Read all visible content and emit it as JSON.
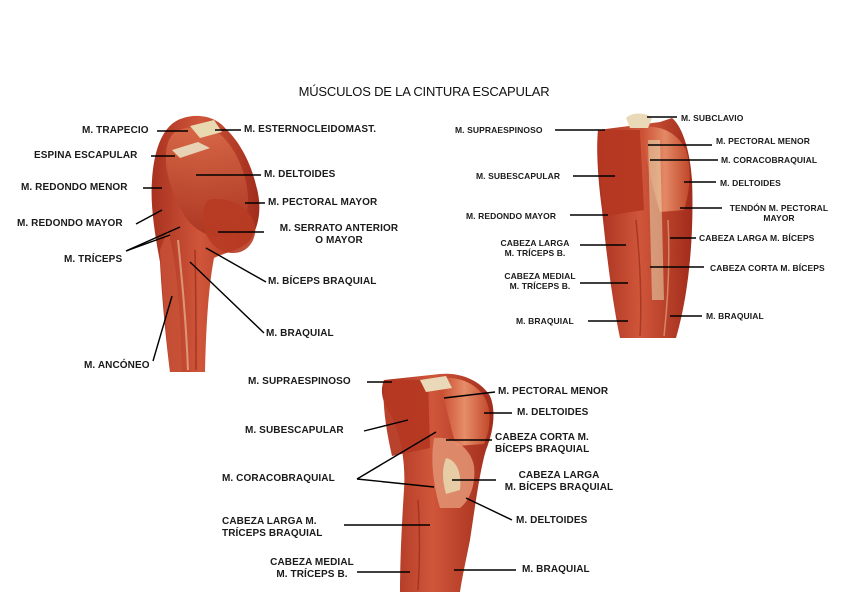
{
  "title": "MÚSCULOS DE LA CINTURA ESCAPULAR",
  "colors": {
    "muscle_dark": "#9e2a18",
    "muscle_mid": "#c9482c",
    "muscle_light": "#e07a58",
    "tendon": "#e8d9b0",
    "bone": "#ead9b8",
    "leader": "#000000"
  },
  "panels": [
    {
      "id": "posterior",
      "labels": [
        {
          "text": "M. TRAPECIO"
        },
        {
          "text": "ESPINA ESCAPULAR"
        },
        {
          "text": "M. REDONDO MENOR"
        },
        {
          "text": "M. REDONDO MAYOR"
        },
        {
          "text": "M. TRÍCEPS"
        },
        {
          "text": "M. ANCÓNEO"
        },
        {
          "text": "M. ESTERNOCLEIDOMAST."
        },
        {
          "text": "M. DELTOIDES"
        },
        {
          "text": "M. PECTORAL MAYOR"
        },
        {
          "text": "M. SERRATO ANTERIOR\nO MAYOR"
        },
        {
          "text": "M. BÍCEPS BRAQUIAL"
        },
        {
          "text": "M. BRAQUIAL"
        }
      ]
    },
    {
      "id": "anterior-right",
      "labels": [
        {
          "text": "M. SUPRAESPINOSO"
        },
        {
          "text": "M. SUBESCAPULAR"
        },
        {
          "text": "M. REDONDO MAYOR"
        },
        {
          "text": "CABEZA LARGA\nM. TRÍCEPS B."
        },
        {
          "text": "CABEZA MEDIAL\nM. TRÍCEPS B."
        },
        {
          "text": "M. BRAQUIAL"
        },
        {
          "text": "M. SUBCLAVIO"
        },
        {
          "text": "M. PECTORAL MENOR"
        },
        {
          "text": "M. CORACOBRAQUIAL"
        },
        {
          "text": "M. DELTOIDES"
        },
        {
          "text": "TENDÓN M. PECTORAL\nMAYOR"
        },
        {
          "text": "CABEZA LARGA M. BÍCEPS"
        },
        {
          "text": "CABEZA CORTA M. BÍCEPS"
        },
        {
          "text": "M. BRAQUIAL"
        }
      ]
    },
    {
      "id": "anterior-bottom",
      "labels": [
        {
          "text": "M. SUPRAESPINOSO"
        },
        {
          "text": "M. SUBESCAPULAR"
        },
        {
          "text": "M. CORACOBRAQUIAL"
        },
        {
          "text": "CABEZA LARGA M.\nTRÍCEPS BRAQUIAL"
        },
        {
          "text": "CABEZA MEDIAL\nM. TRÍCEPS B."
        },
        {
          "text": "M. PECTORAL MENOR"
        },
        {
          "text": "M. DELTOIDES"
        },
        {
          "text": "CABEZA CORTA M.\nBÍCEPS BRAQUIAL"
        },
        {
          "text": "CABEZA LARGA\nM. BÍCEPS BRAQUIAL"
        },
        {
          "text": "M. DELTOIDES"
        },
        {
          "text": "M. BRAQUIAL"
        }
      ]
    }
  ]
}
